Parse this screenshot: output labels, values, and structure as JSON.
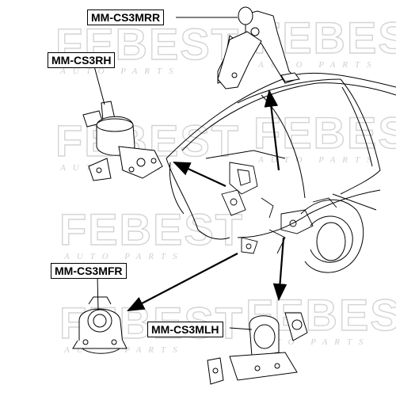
{
  "labels": {
    "mm_cs3mrr": "MM-CS3MRR",
    "mm_cs3rh": "MM-CS3RH",
    "mm_cs3mfr": "MM-CS3MFR",
    "mm_cs3mlh": "MM-CS3MLH"
  },
  "watermark": {
    "brand": "FEBEST",
    "tagline": "AUTO PARTS"
  },
  "colors": {
    "line": "#000000",
    "watermark": "#d4d4d4",
    "background": "#ffffff"
  }
}
